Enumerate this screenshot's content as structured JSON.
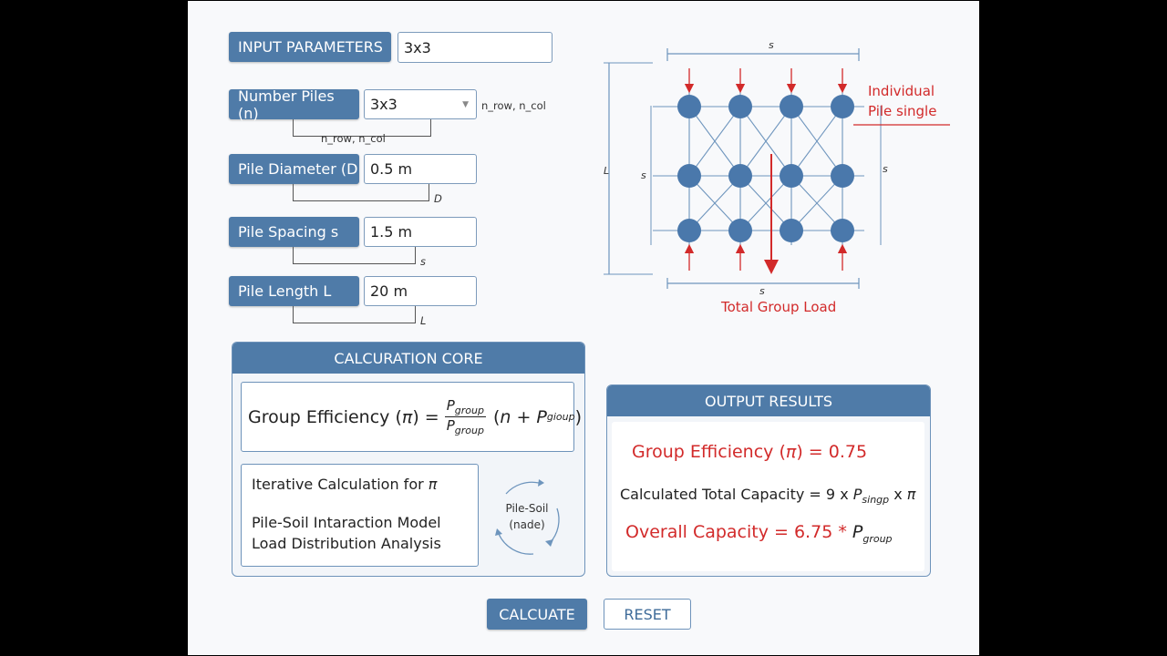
{
  "inputs": {
    "header_label": "INPUT PARAMETERS",
    "header_value": "3x3",
    "rows": [
      {
        "label": "Number Piles (n)",
        "value": "3x3",
        "side_note": "n_row, n_col",
        "bracket_note": "n_row, n_col"
      },
      {
        "label": "Pile Diameter (D",
        "value": "0.5 m",
        "bracket_note": "D"
      },
      {
        "label": "Pile Spacing s",
        "value": "1.5 m",
        "bracket_note": "s"
      },
      {
        "label": "Pile Length L",
        "value": "20 m",
        "bracket_note": "L"
      }
    ]
  },
  "diagram": {
    "top_dim": "s",
    "bottom_dim": "s",
    "left_dim": "L",
    "inner_left_dim": "s",
    "right_dim": "s",
    "individual_label_1": "Individual",
    "individual_label_2": "Pile single",
    "total_load_label": "Total Group Load",
    "colors": {
      "pile": "#4a78ab",
      "line": "#6e95bd",
      "load": "#d22a2a"
    }
  },
  "core": {
    "title": "CALCURATION CORE",
    "formula_prefix": "Group Efficiency (",
    "formula_symbol": "π",
    "formula_eq": ") =",
    "frac_num_p": "P",
    "frac_num_sub": "group",
    "frac_den_p": "P",
    "frac_den_sub": "group",
    "paren_open": "(",
    "paren_sym": "n",
    "paren_plus": " + ",
    "paren_p": "P",
    "paren_sub": "giοup",
    "paren_close": ")",
    "iter_title": "Iterative Calculation for",
    "iter_symbol": "π",
    "iter_line1": "Pile-Soil Intaraction Model",
    "iter_line2": "Load Distribution Analysis",
    "cycle_line1": "Pile-Soil",
    "cycle_line2": "(nade)"
  },
  "output": {
    "title": "OUTPUT RESULTS",
    "eff_prefix": "Group Efficiency (",
    "eff_symbol": "π",
    "eff_value": ") = 0.75",
    "cap_prefix": "Calculated Total Capacity = 9 x",
    "cap_p": "P",
    "cap_sub": "singp",
    "cap_suffix": "x",
    "cap_symbol": "π",
    "overall_prefix": "Overall Capacity = 6.75 *",
    "overall_p": "P",
    "overall_sub": "group"
  },
  "buttons": {
    "calculate": "CALCUATE",
    "reset": "RESET"
  }
}
